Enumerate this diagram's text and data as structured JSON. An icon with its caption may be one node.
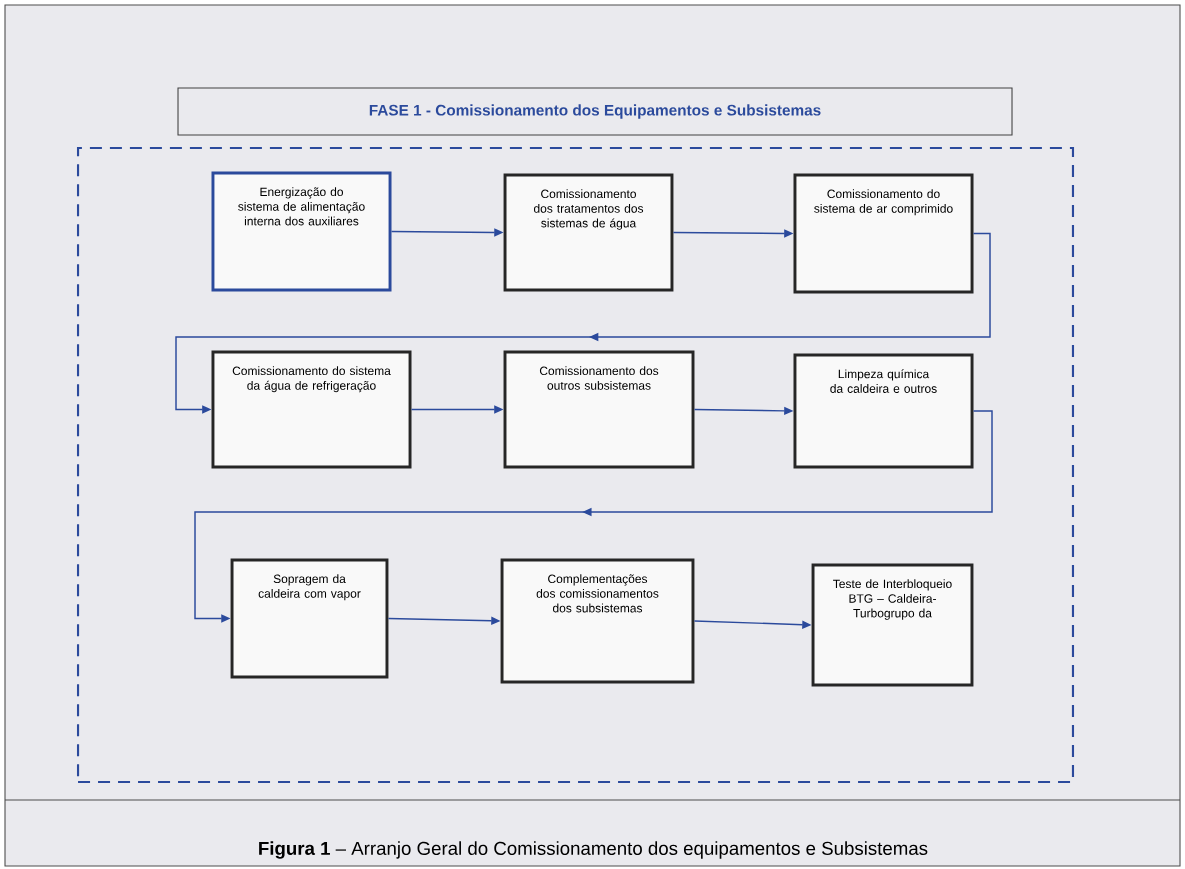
{
  "diagram": {
    "caption": "**Figura 1** – Arranjo Geral do Comissionamento dos equipamentos e Subsistemas",
    "nodes": [
      {
        "text": [
          "FASE 1 - Comissionamento dos Equipamentos e Subsistemas"
        ]
      },
      {
        "text": [],
        "shape": "box"
      },
      {
        "text": [
          "Energização do sistema de alimentação interna dos auxiliares"
        ],
        "in": 1
      },
      {
        "text": [
          "Comissionamento dos tratamentos dos sistemas de água"
        ],
        "in": 1
      },
      {
        "text": [
          "Comissionamento do sistema de ar comprimido"
        ],
        "in": 1
      },
      {
        "text": [
          "Comissionamento do sistema da água de refrigeração"
        ],
        "in": 1
      },
      {
        "text": [
          "Comissionamento dos outros subsistemas"
        ],
        "in": 1
      },
      {
        "text": [
          "Limpeza química da caldeira e outros"
        ],
        "in": 1
      },
      {
        "text": [
          "Sopragem da caldeira com vapor"
        ],
        "in": 1
      },
      {
        "text": [
          "Complementações dos comissionamentos dos subsistemas"
        ],
        "in": 1
      },
      {
        "text": [
          "Teste de Interbloqueio BTG – Caldeira-Turbogrupo da"
        ],
        "in": 1
      }
    ],
    "edges": [
      {
        "from": 2,
        "to": 3,
        "arrow": "to"
      },
      {
        "from": 3,
        "to": 4,
        "arrow": "to"
      },
      {
        "from": 4,
        "to": 5,
        "arrow": "to"
      },
      {
        "from": 5,
        "to": 6,
        "arrow": "to"
      },
      {
        "from": 6,
        "to": 7,
        "arrow": "to"
      },
      {
        "from": 7,
        "to": 8,
        "arrow": "to"
      },
      {
        "from": 8,
        "to": 9,
        "arrow": "to"
      },
      {
        "from": 9,
        "to": 10,
        "arrow": "to"
      }
    ]
  }
}
